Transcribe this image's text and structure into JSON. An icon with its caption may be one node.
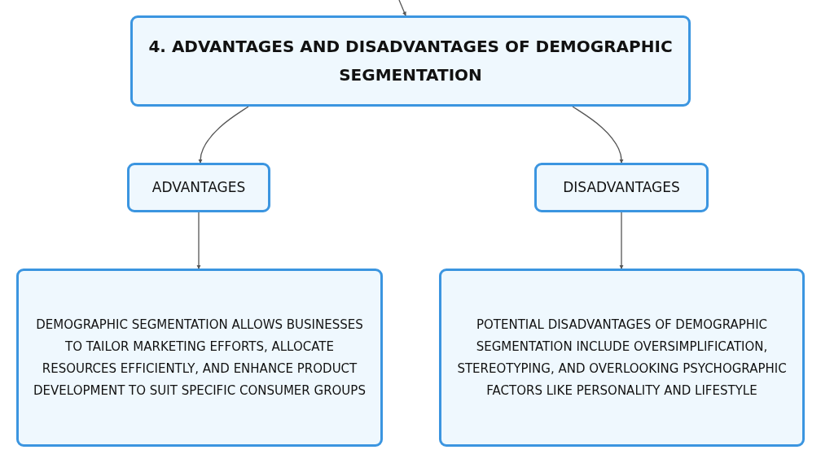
{
  "diagram": {
    "nodes": [
      {
        "text": [
          "4. ADVANTAGES AND DISADVANTAGES OF DEMOGRAPHIC SEGMENTATION"
        ]
      },
      {
        "text": [
          "ADVANTAGES"
        ]
      },
      {
        "text": [
          "DISADVANTAGES"
        ]
      },
      {
        "text": [
          "DEMOGRAPHIC SEGMENTATION ALLOWS BUSINESSES TO TAILOR MARKETING EFFORTS, ALLOCATE RESOURCES EFFICIENTLY, AND ENHANCE PRODUCT DEVELOPMENT TO SUIT SPECIFIC CONSUMER GROUPS"
        ]
      },
      {
        "text": [
          "POTENTIAL DISADVANTAGES OF DEMOGRAPHIC SEGMENTATION INCLUDE OVERSIMPLIFICATION, STEREOTYPING, AND OVERLOOKING PSYCHOGRAPHIC FACTORS LIKE PERSONALITY AND LIFESTYLE"
        ]
      }
    ],
    "edges": [
      {
        "from": null,
        "to": 0,
        "arrow": "to"
      },
      {
        "from": 0,
        "to": 1,
        "arrow": "to"
      },
      {
        "from": 0,
        "to": 2,
        "arrow": "to"
      },
      {
        "from": 1,
        "to": 3,
        "arrow": "to"
      },
      {
        "from": 2,
        "to": 4,
        "arrow": "to"
      }
    ]
  }
}
